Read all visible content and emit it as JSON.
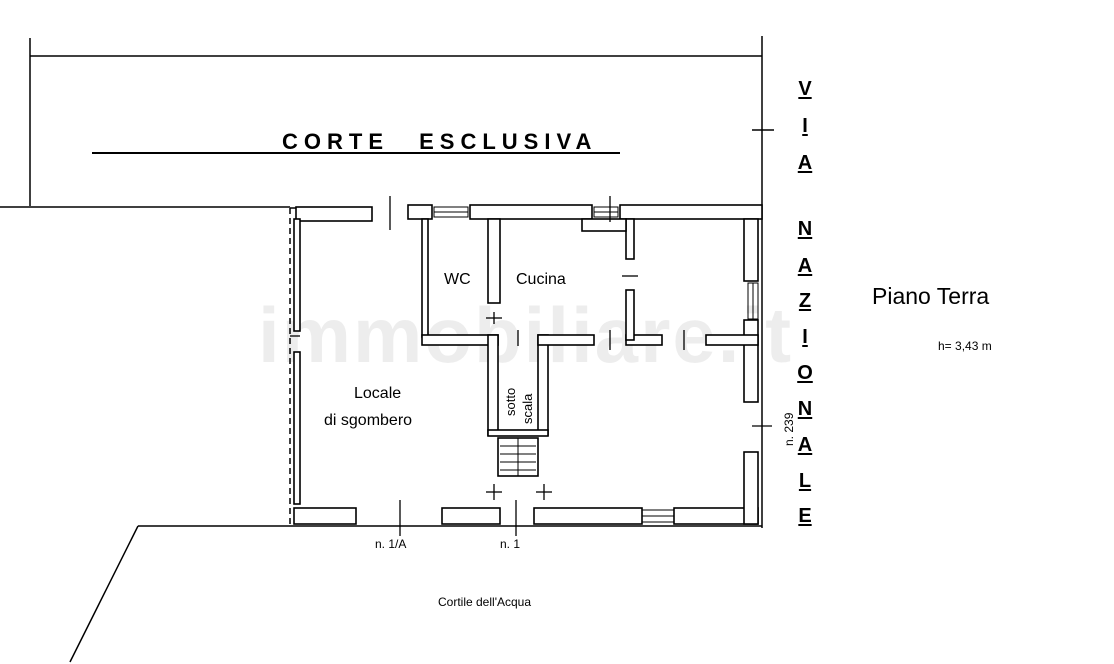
{
  "plan": {
    "courtyard_label": "CORTE ESCLUSIVA",
    "street_label_letters": [
      "V",
      "I",
      "A",
      "N",
      "A",
      "Z",
      "I",
      "O",
      "N",
      "A",
      "L",
      "E"
    ],
    "floor_title": "Piano Terra",
    "ceiling_height": "h= 3,43 m",
    "watermark": "immobiliare.it",
    "rooms": {
      "wc": "WC",
      "kitchen": "Cucina",
      "storage_line1": "Locale",
      "storage_line2": "di sgombero",
      "under_stairs_line1": "sotto",
      "under_stairs_line2": "scala"
    },
    "entrances": {
      "entrance_1a": "n. 1/A",
      "entrance_1": "n. 1",
      "entrance_239": "n. 239"
    },
    "bottom_label": "Cortile dell'Acqua"
  }
}
